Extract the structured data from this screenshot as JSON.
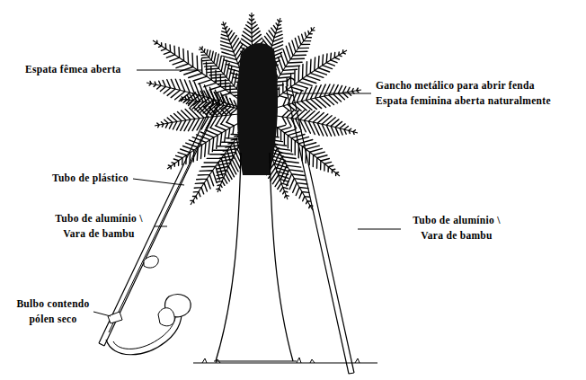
{
  "diagram": {
    "labels": [
      "Espata fêmea aberta",
      "Gancho metálico para abrir fenda",
      "Espata feminina aberta naturalmente",
      "Tubo de plástico",
      "Tubo de alumínio \\ Vara de bambu",
      "Bulbo contendo pólen seco",
      "Tubo de alumínio \\ Vara de bambu"
    ]
  }
}
